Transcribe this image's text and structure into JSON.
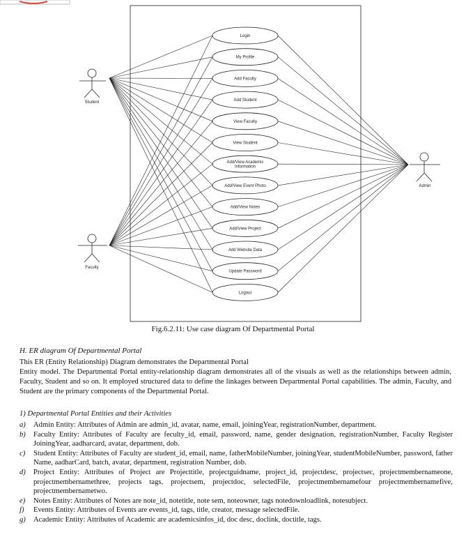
{
  "diagram": {
    "use_cases": [
      "Login",
      "My Profile",
      "Add Faculty",
      "Add Student",
      "View Faculty",
      "View Student",
      [
        "Add/View Academic",
        "Information"
      ],
      "Add/View Event Photo",
      "Add/View Notes",
      "Add/View Project",
      "Add Website Data",
      "Update Password",
      "Logout"
    ],
    "actors": {
      "student": "Student",
      "faculty": "Faculty",
      "admin": "Admin"
    }
  },
  "caption": "Fig.6.2.11: Use case diagram Of Departmental Portal",
  "section": {
    "heading": "H.  ER diagram Of Departmental Portal",
    "para1": "This ER (Entity Relationship) Diagram demonstrates the Departmental Portal",
    "para2": "Entity model. The Departmental Portal entity-relationship diagram demonstrates all of the visuals as well as the relationships between admin, Faculty, Student  and so on. It employed structured data to define the linkages between Departmental Portal capabilities. The admin, Faculty, and Student are the primary components of the Departmental Portal.",
    "subheading": "1)   Departmental Portal Entities and their Activities",
    "entities": [
      {
        "mark": "a)",
        "text": "Admin Entity: Attributes of Admin are admin_id, avatar,  name,  email, joiningYear, registrationNumber, department."
      },
      {
        "mark": "b)",
        "text": "Faculty Entity: Attributes of Faculty are  feculty_id, email, password, name, gender designation, registrationNumber, Faculty Register JoiningYear, aadharcard, avatar, department, dob."
      },
      {
        "mark": "c)",
        "text": "Student Entity: Attributes of Faculty are student_id, email, name, fatherMobileNumber, joiningYear,  studentMobileNumber, password, father Name, aadharCard, batch, avatar, department, registration Number, dob."
      },
      {
        "mark": "d)",
        "text": "Project  Entity:  Attributes  of  Project  are  Projecttitle,  projectguidname,  project_id,     projectdesc,  projectsec, projectmembernameone, projectmembernamethree, projects tags, projectsem, projectdoc, selectedFile, projectmembernamefour projectmembernamefive, projectmembernametwo."
      },
      {
        "mark": "e)",
        "text": "Notes Entity: Attributes of Notes are note_id,  notetitle,  note sem, noteowner, tags notedownloadlink, notesubject."
      },
      {
        "mark": "f)",
        "text": "Events Entity: Attributes of Events are events_id, tags, title, creator, message selectedFile."
      },
      {
        "mark": "g)",
        "text": "Academic Entity: Attributes of Academic are  academicsinfos_id, doc desc, doclink, doctitle, tags."
      }
    ]
  }
}
